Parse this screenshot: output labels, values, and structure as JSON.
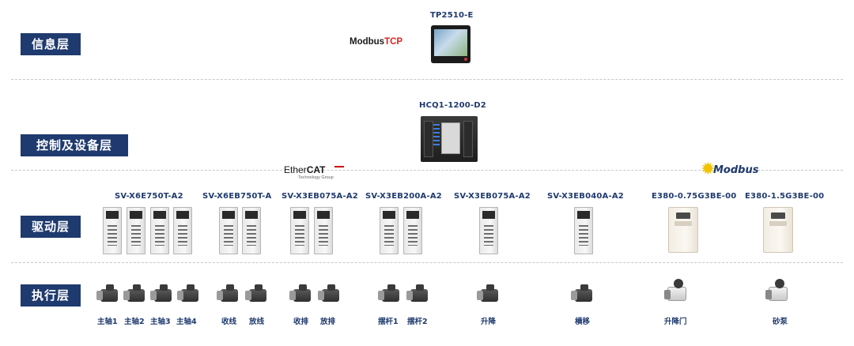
{
  "layers": {
    "info": "信息层",
    "control": "控制及设备层",
    "drive": "驱动层",
    "exec": "执行层"
  },
  "top": {
    "protocol_main": "Modbus",
    "protocol_suffix": "TCP",
    "hmi_model": "TP2510-E"
  },
  "control": {
    "plc_model": "HCQ1-1200-D2"
  },
  "bus": {
    "ethercat_main": "Ether",
    "ethercat_bold": "CAT",
    "ethercat_sub": "Technology Group",
    "modbus": "Modbus"
  },
  "drives": [
    {
      "model": "SV-X6E750T-A2"
    },
    {
      "model": "SV-X6EB750T-A"
    },
    {
      "model": "SV-X3EB075A-A2"
    },
    {
      "model": "SV-X3EB200A-A2"
    },
    {
      "model": "SV-X3EB075A-A2"
    },
    {
      "model": "SV-X3EB040A-A2"
    },
    {
      "model": "E380-0.75G3BE-00"
    },
    {
      "model": "E380-1.5G3BE-00"
    }
  ],
  "axes": [
    "主轴1",
    "主轴2",
    "主轴3",
    "主轴4",
    "收线",
    "放线",
    "收排",
    "放排",
    "摆杆1",
    "摆杆2",
    "升降",
    "横移",
    "升降门",
    "砂泵"
  ],
  "colors": {
    "accent": "#1f3a6e",
    "tcp_red": "#e02020",
    "modbus_yellow": "#f2c200"
  }
}
